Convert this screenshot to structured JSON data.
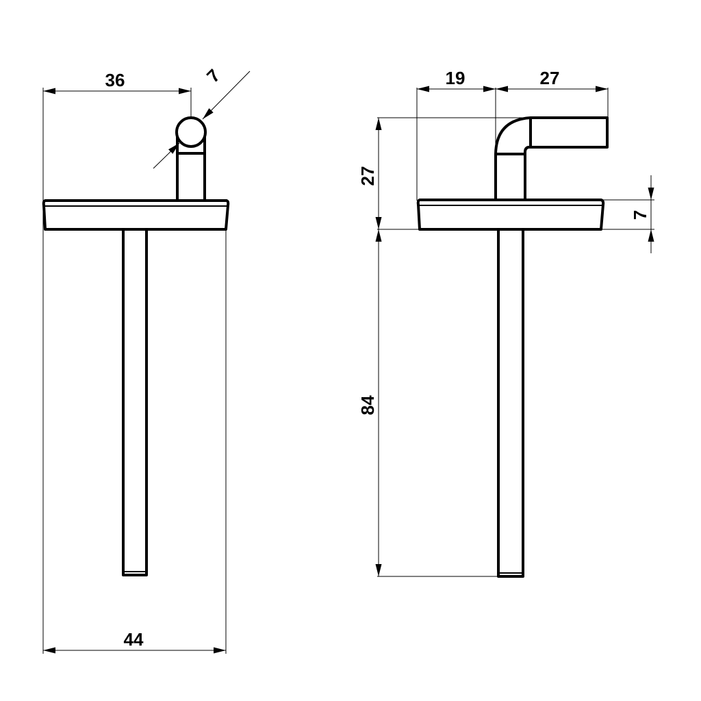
{
  "drawing": {
    "front_view": {
      "dim_width_to_pin": "36",
      "dim_pin_diameter": "7",
      "dim_plate_width": "44"
    },
    "side_view": {
      "dim_plate_to_bend": "19",
      "dim_arm_length": "27",
      "dim_height_above_plate": "27",
      "dim_plate_thickness": "7",
      "dim_rod_length": "84"
    }
  }
}
